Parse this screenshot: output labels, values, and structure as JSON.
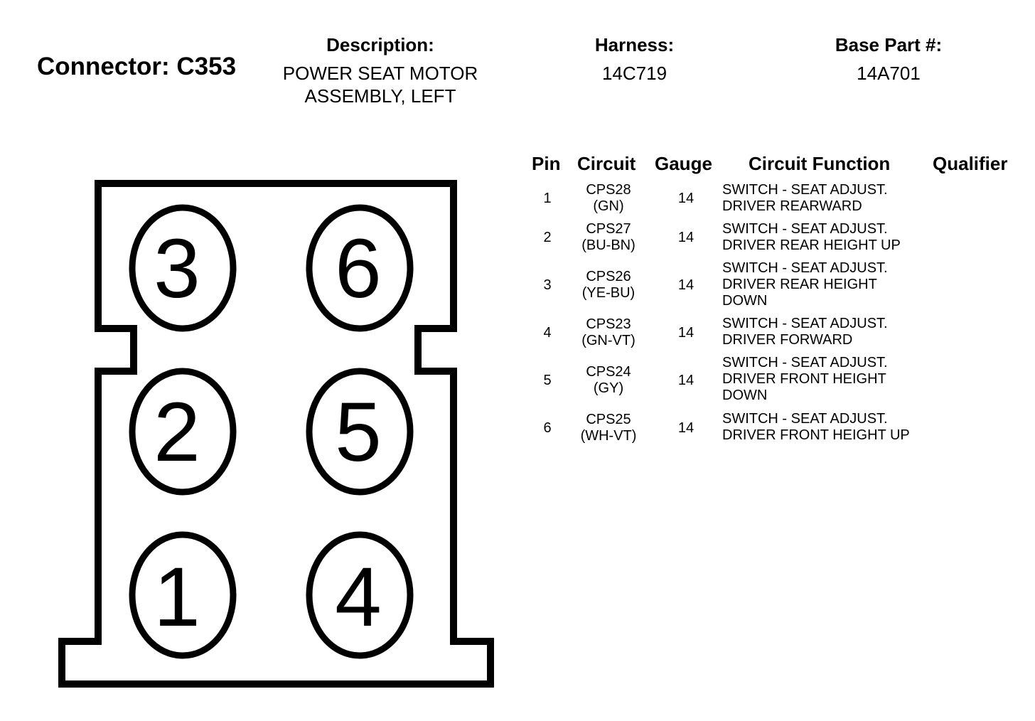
{
  "header": {
    "connector_title": "Connector: C353",
    "description_label": "Description:",
    "description_value": "POWER SEAT MOTOR\nASSEMBLY, LEFT",
    "harness_label": "Harness:",
    "harness_value": "14C719",
    "base_part_label": "Base Part #:",
    "base_part_value": "14A701"
  },
  "table": {
    "headers": {
      "pin": "Pin",
      "circuit": "Circuit",
      "gauge": "Gauge",
      "function": "Circuit Function",
      "qualifier": "Qualifier"
    },
    "rows": [
      {
        "pin": "1",
        "circuit": "CPS28\n(GN)",
        "gauge": "14",
        "function": "SWITCH - SEAT ADJUST.\nDRIVER REARWARD"
      },
      {
        "pin": "2",
        "circuit": "CPS27\n(BU-BN)",
        "gauge": "14",
        "function": "SWITCH - SEAT ADJUST.\nDRIVER REAR HEIGHT UP"
      },
      {
        "pin": "3",
        "circuit": "CPS26\n(YE-BU)",
        "gauge": "14",
        "function": "SWITCH - SEAT ADJUST.\nDRIVER REAR HEIGHT\nDOWN"
      },
      {
        "pin": "4",
        "circuit": "CPS23\n(GN-VT)",
        "gauge": "14",
        "function": "SWITCH - SEAT ADJUST.\nDRIVER FORWARD"
      },
      {
        "pin": "5",
        "circuit": "CPS24\n(GY)",
        "gauge": "14",
        "function": "SWITCH - SEAT ADJUST.\nDRIVER FRONT HEIGHT\nDOWN"
      },
      {
        "pin": "6",
        "circuit": "CPS25\n(WH-VT)",
        "gauge": "14",
        "function": "SWITCH - SEAT ADJUST.\nDRIVER FRONT HEIGHT UP"
      }
    ]
  },
  "connector_face": {
    "pins": [
      "3",
      "6",
      "2",
      "5",
      "1",
      "4"
    ]
  }
}
